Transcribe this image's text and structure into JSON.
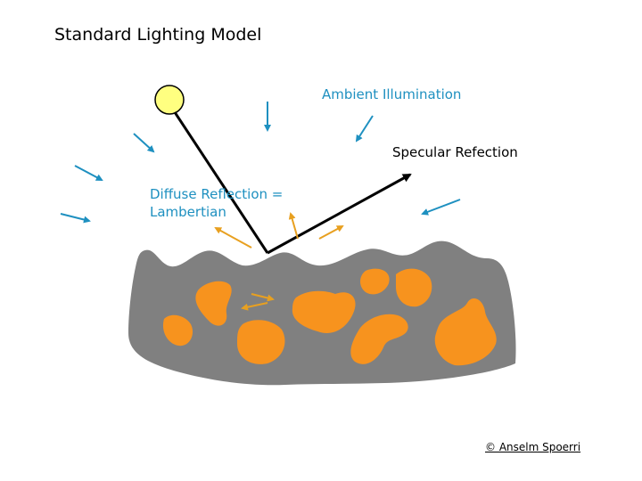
{
  "title": "Standard Lighting Model",
  "labels": {
    "ambient": "Ambient Illumination",
    "specular": "Specular Refection",
    "diffuse_line1": "Diffuse Reflection =",
    "diffuse_line2": "Lambertian"
  },
  "credit": "© Anselm Spoerri",
  "colors": {
    "ambient": "#1e90c0",
    "diffuse": "#e8a020",
    "surface": "#808080",
    "blobs": "#f7931e",
    "light": "#ffff80",
    "ray": "#000000"
  }
}
